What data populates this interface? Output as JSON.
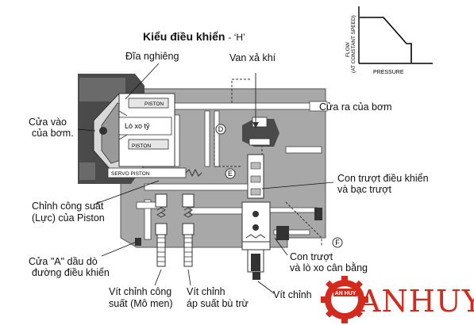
{
  "title": "Kiểu điều khiển",
  "title_suffix": "- ‘H’",
  "graph": {
    "y_label_1": "FLOW",
    "y_label_2": "(AT CONSTANT SPEED)",
    "x_label": "PRESSURE"
  },
  "labels": {
    "dia_nghieng": "Đĩa nghiêng",
    "van_xa_khi": "Van xả khí",
    "cua_ra": "Cửa ra của bơm",
    "cua_vao_1": "Cửa vào",
    "cua_vao_2": "của bơm.",
    "chinh_cong_suat_1": "Chỉnh công suất",
    "chinh_cong_suat_2": "(Lực) của Piston",
    "con_truot_dk_1": "Con trượt điều khiển",
    "con_truot_dk_2": "và bạc trượt",
    "cua_a_1": "Cửa \"A\" dầu dò",
    "cua_a_2": "đường điều khiển",
    "con_truot_cb_1": "Con trượt",
    "con_truot_cb_2": "và lò xo cân bằng",
    "vit_cong_suat_1": "Vít chỉnh công",
    "vit_cong_suat_2": "suất (Mô men)",
    "vit_ap_suat_1": "Vít chỉnh",
    "vit_ap_suat_2": "áp suất bù trừ",
    "vit_chinh": "Vít chỉnh"
  },
  "inner_labels": {
    "piston_top": "PISTON",
    "lo_xo_ty": "Lò xo tỷ",
    "piston_bottom": "PISTON",
    "servo_piston": "SERVO PISTON"
  },
  "markers": [
    "D",
    "E",
    "F"
  ],
  "brand": {
    "name": "ANHUY",
    "badge": "AN HUY",
    "color": "#d42a1e"
  },
  "colors": {
    "body": "#a8a8a8",
    "dark": "#4a4a4a",
    "passage": "#ffffff",
    "accent": "#d42a1e"
  }
}
